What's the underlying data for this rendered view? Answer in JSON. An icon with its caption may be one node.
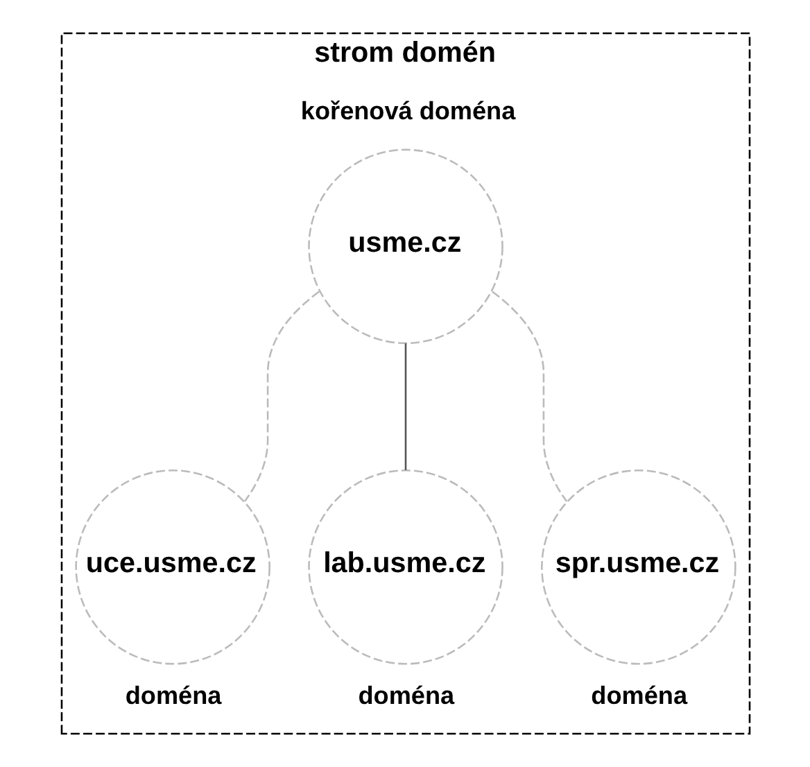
{
  "diagram": {
    "nodes": [
      {
        "text": [
          "strom domén"
        ]
      },
      {
        "text": [
          "usme.cz"
        ],
        "in": 0,
        "beside": [
          "kořenová doména"
        ]
      },
      {
        "text": [
          "uce.usme.cz"
        ],
        "in": 0,
        "beside": [
          "doména"
        ]
      },
      {
        "text": [
          "lab.usme.cz"
        ],
        "in": 0,
        "beside": [
          "doména"
        ]
      },
      {
        "text": [
          "spr.usme.cz"
        ],
        "in": 0,
        "beside": [
          "doména"
        ]
      }
    ],
    "edges": [
      {
        "from": 1,
        "to": 2,
        "arrow": "none",
        "style": "dashed"
      },
      {
        "from": 1,
        "to": 3,
        "arrow": "none",
        "color": "#555555"
      },
      {
        "from": 1,
        "to": 4,
        "arrow": "none",
        "style": "dashed"
      }
    ]
  }
}
